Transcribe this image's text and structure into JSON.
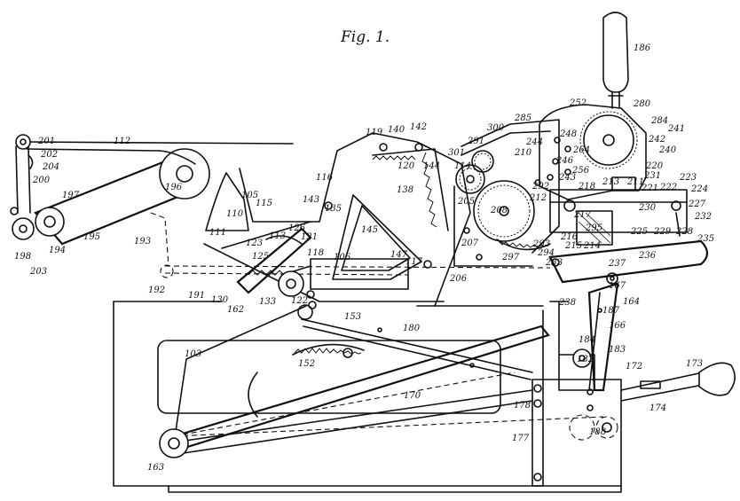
{
  "figure": {
    "title": "Fig. 1."
  },
  "labels": [
    "186",
    "280",
    "252",
    "284",
    "241",
    "242",
    "240",
    "300",
    "285",
    "291",
    "301",
    "114",
    "244",
    "248",
    "264",
    "246",
    "256",
    "210",
    "243",
    "292",
    "218",
    "213",
    "211",
    "220",
    "231",
    "223",
    "221",
    "222",
    "224",
    "227",
    "232",
    "230",
    "229",
    "212",
    "217",
    "214",
    "216",
    "215",
    "225",
    "228",
    "235",
    "236",
    "237",
    "233",
    "297",
    "294",
    "293",
    "205",
    "208",
    "207",
    "206",
    "119",
    "140",
    "142",
    "138",
    "120",
    "144",
    "116",
    "143",
    "135",
    "145",
    "147",
    "117",
    "106",
    "105",
    "110",
    "111",
    "115",
    "113",
    "126",
    "121",
    "118",
    "123",
    "125",
    "122",
    "133",
    "130",
    "162",
    "191",
    "192",
    "193",
    "196",
    "195",
    "194",
    "197",
    "198",
    "203",
    "200",
    "204",
    "202",
    "201",
    "112",
    "153",
    "180",
    "152",
    "103",
    "167",
    "164",
    "187",
    "184",
    "166",
    "183",
    "182",
    "172",
    "173",
    "174",
    "170",
    "178",
    "188",
    "177",
    "163",
    "238",
    "295"
  ]
}
